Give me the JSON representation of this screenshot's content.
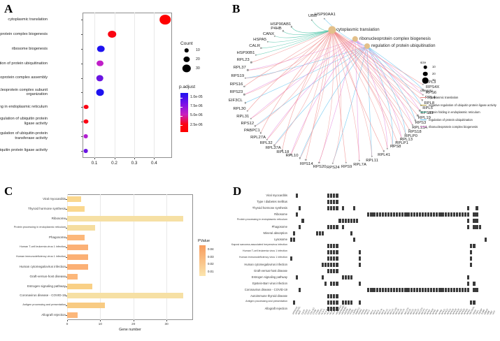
{
  "panels": {
    "A": {
      "label": "A"
    },
    "B": {
      "label": "B"
    },
    "C": {
      "label": "C"
    },
    "D": {
      "label": "D"
    }
  },
  "chart_data": [
    {
      "panel": "A",
      "type": "scatter",
      "title": "",
      "xlabel": "",
      "ylabel": "",
      "xlim": [
        0.04,
        0.49
      ],
      "xticks": [
        0.1,
        0.2,
        0.3,
        0.4
      ],
      "xticklabels": [
        "0.1",
        "0.2",
        "0.3",
        "0.4"
      ],
      "categories": [
        "cytoplasmic translation",
        "ribonucleoprotein complex biogenesis",
        "ribosome biogenesis",
        "regulation of protein ubiquitination",
        "ribonucleoprotein complex assembly",
        "ribonucleoprotein complex subunit organization",
        "protein folding in endoplasmic reticulum",
        "negative regulation of ubiquitin protein ligase activity",
        "negative regulation of ubiquitin-protein transferase activity",
        "regulation of ubiquitin protein ligase activity"
      ],
      "points": [
        {
          "y": "cytoplasmic translation",
          "x": 0.455,
          "count": 33,
          "color": "#fe0000"
        },
        {
          "y": "ribonucleoprotein complex biogenesis",
          "x": 0.188,
          "count": 20,
          "color": "#fa0412"
        },
        {
          "y": "ribosome biogenesis",
          "x": 0.132,
          "count": 17,
          "color": "#1e12f0"
        },
        {
          "y": "regulation of protein ubiquitination",
          "x": 0.128,
          "count": 15,
          "color": "#c01fc8"
        },
        {
          "y": "ribonucleoprotein complex assembly",
          "x": 0.127,
          "count": 17,
          "color": "#6a14e2"
        },
        {
          "y": "ribonucleoprotein complex subunit organization",
          "x": 0.128,
          "count": 18,
          "color": "#1d12f0"
        },
        {
          "y": "protein folding in endoplasmic reticulum",
          "x": 0.058,
          "count": 5,
          "color": "#fb0313"
        },
        {
          "y": "negative regulation of ubiquitin protein ligase activity",
          "x": 0.057,
          "count": 6,
          "color": "#fb0313"
        },
        {
          "y": "negative regulation of ubiquitin-protein transferase activity",
          "x": 0.056,
          "count": 5,
          "color": "#b11fd0"
        },
        {
          "y": "regulation of ubiquitin protein ligase activity",
          "x": 0.056,
          "count": 5,
          "color": "#6a14e2"
        }
      ],
      "legends": {
        "size": {
          "title": "Count",
          "values": [
            "10",
            "20",
            "30"
          ]
        },
        "color": {
          "title": "p.adjust",
          "labels": [
            "1.0e-05",
            "7.5e-06",
            "5.0e-06",
            "2.5e-06"
          ],
          "ramp_top": "#1e12f0",
          "ramp_bottom": "#fe0000"
        }
      }
    },
    {
      "panel": "B",
      "type": "network",
      "title": "",
      "hubs": [
        {
          "label": "cytoplasmic translation",
          "size": 33,
          "color": "#e3c08a"
        },
        {
          "label": "ribonucleoprotein complex biogenesis",
          "size": 20,
          "color": "#e3c08a"
        },
        {
          "label": "regulation of protein ubiquitination",
          "size": 15,
          "color": "#e3c08a"
        }
      ],
      "genes_left": [
        "HSP90AB1",
        "P4HB",
        "CANX",
        "HSPA5",
        "CALR",
        "HSP90B1",
        "RPL23",
        "RPL37",
        "RPS19",
        "RPS16",
        "RPS23",
        "EIF3CL",
        "RPL30",
        "RPL31",
        "RPS12",
        "PABPC1",
        "RPL27A",
        "RPL32",
        "RPL37A",
        "RPL18",
        "RPL10"
      ],
      "genes_top": [
        "HSP90AA1",
        "UBB"
      ],
      "genes_bottom": [
        "RPS14",
        "RPS20",
        "RPS24",
        "RPS9",
        "RPL7A",
        "RPL11",
        "RPL41"
      ],
      "genes_right": [
        "RPL3",
        "RPS4X",
        "RPS6",
        "RPL4",
        "RPL8",
        "RPL5",
        "RPS11",
        "RPL19",
        "RPS3",
        "RPL13A",
        "RPS18",
        "RPLP0",
        "RPL13",
        "RPLP1",
        "RPS8"
      ],
      "legends": {
        "size": {
          "title": "size",
          "values": [
            "10",
            "20",
            "30"
          ]
        },
        "category": {
          "title": "category",
          "items": [
            {
              "label": "cytoplasmic translation",
              "color": "#f08c8c"
            },
            {
              "label": "negative regulation of ubiquitin protein ligase activity",
              "color": "#b5a13a"
            },
            {
              "label": "protein folding in endoplasmic reticulum",
              "color": "#4ec4a8"
            },
            {
              "label": "regulation of protein ubiquitination",
              "color": "#5bc0f0"
            },
            {
              "label": "ribonucleoprotein complex biogenesis",
              "color": "#e68ce0"
            }
          ]
        }
      }
    },
    {
      "panel": "C",
      "type": "bar",
      "title": "",
      "xlabel": "Gene number",
      "ylabel": "",
      "xlim": [
        0,
        38
      ],
      "xticks": [
        0,
        10,
        20,
        30
      ],
      "xticklabels": [
        "0",
        "10",
        "20",
        "30"
      ],
      "categories": [
        "Viral myocarditis",
        "Thyroid hormone synthesis",
        "Ribosome",
        "Protein processing in endoplasmic reticulum",
        "Phagosome",
        "Human T-cell leukemia virus 1 infection",
        "Human immunodeficiency virus 1 infection",
        "Human cytomegalovirus infection",
        "Graft-versus-host disease",
        "Estrogen signaling pathway",
        "Coronavirus disease - COVID-19",
        "Antigen processing and presentation",
        "Allograft rejection"
      ],
      "values": [
        4.3,
        5.3,
        35.0,
        8.5,
        5.3,
        6.3,
        6.3,
        6.3,
        3.2,
        7.6,
        35.0,
        11.3,
        3.2
      ],
      "bar_colors": [
        "#fad78e",
        "#fad78e",
        "#f6e0a4",
        "#f5dda0",
        "#fcb77a",
        "#fbb075",
        "#fbb075",
        "#fbb075",
        "#fcb77a",
        "#f9d086",
        "#f6e0a4",
        "#f8cb83",
        "#fcb77a"
      ],
      "legend": {
        "title": "PValue",
        "labels": [
          "0.04",
          "0.03",
          "0.02",
          "0.01"
        ],
        "ramp_top": "#f89c5e",
        "ramp_bottom": "#fbe5ae"
      }
    },
    {
      "panel": "D",
      "type": "heatmap",
      "title": "",
      "xlabel": "",
      "ylabel": "",
      "rows": [
        "Viral myocarditis",
        "Type I diabetes mellitus",
        "Thyroid hormone synthesis",
        "Ribosome",
        "Protein processing in endoplasmic reticulum",
        "Phagosome",
        "Mineral absorption",
        "Lysosome",
        "Kaposi sarcoma-associated herpesvirus infection",
        "Human T-cell leukemia virus 1 infection",
        "Human immunodeficiency virus 1 infection",
        "Human cytomegalovirus infection",
        "Graft-versus-host disease",
        "Estrogen signaling pathway",
        "Epstein-Barr virus infection",
        "Coronavirus disease - COVID-19",
        "Autoimmune thyroid disease",
        "Antigen processing and presentation",
        "Allograft rejection"
      ],
      "columns": [
        "ATP6V1A",
        "ATP6V0C",
        "B2M",
        "CALR",
        "CANX",
        "CD74",
        "COL1A1",
        "CTSB",
        "CTSD",
        "EIF3CL",
        "HLA-A",
        "HLA-B",
        "HLA-C",
        "HLA-DRA",
        "HLA-E",
        "HSP90AA1",
        "HSP90AB1",
        "HSP90B1",
        "HSPA5",
        "HSPA8",
        "ITGB1",
        "LAMP1",
        "PABPC1",
        "PDIA3",
        "PDIA4",
        "PDIA6",
        "RPL3",
        "RPL4",
        "RPL5",
        "RPL6",
        "RPL7A",
        "RPL8",
        "RPL10",
        "RPL11",
        "RPL13",
        "RPL13A",
        "RPL18",
        "RPL19",
        "RPL23",
        "RPL27A",
        "RPL30",
        "RPL31",
        "RPL32",
        "RPL37",
        "RPL37A",
        "RPLP0",
        "RPLP1",
        "RPS3",
        "RPS4X",
        "RPS6",
        "RPS8",
        "RPS9",
        "RPS11",
        "RPS12",
        "RPS14",
        "RPS16",
        "RPS18",
        "RPS19",
        "RPS20",
        "RPS23",
        "RPS24",
        "RPSA",
        "SEC61A1",
        "SSR4",
        "TAP1",
        "TAPBP",
        "TUBB",
        "UBA52",
        "UBB",
        "UBC",
        "VCP"
      ],
      "cells": [
        {
          "row": 0,
          "cols": [
            2,
            13,
            14,
            15,
            16
          ]
        },
        {
          "row": 1,
          "cols": [
            13,
            14,
            15,
            16
          ]
        },
        {
          "row": 2,
          "cols": [
            3,
            13,
            14,
            15,
            16,
            18,
            22,
            62,
            65
          ]
        },
        {
          "row": 3,
          "cols": [
            2,
            27,
            28,
            29,
            30,
            31,
            32,
            33,
            34,
            35,
            36,
            37,
            38,
            39,
            40,
            41,
            42,
            43,
            44,
            45,
            46,
            47,
            48,
            49,
            50,
            51,
            52,
            53,
            54,
            55,
            56,
            57,
            58,
            59,
            60,
            61,
            62,
            64,
            65
          ]
        },
        {
          "row": 4,
          "cols": [
            4,
            17,
            18,
            19,
            20,
            21,
            22,
            23,
            62,
            64,
            65
          ]
        },
        {
          "row": 5,
          "cols": [
            3,
            13,
            14,
            15,
            16,
            18,
            62,
            64,
            65,
            66
          ]
        },
        {
          "row": 6,
          "cols": [
            1,
            9,
            10,
            11,
            21
          ]
        },
        {
          "row": 7,
          "cols": [
            0,
            1,
            22,
            68
          ]
        },
        {
          "row": 8,
          "cols": [
            13,
            14,
            15,
            16,
            63,
            64
          ]
        },
        {
          "row": 9,
          "cols": [
            13,
            14,
            15,
            16,
            24,
            63
          ]
        },
        {
          "row": 10,
          "cols": [
            0,
            13,
            14,
            15,
            16,
            24,
            63
          ]
        },
        {
          "row": 11,
          "cols": [
            11,
            12,
            13,
            14,
            15,
            16,
            24,
            63
          ]
        },
        {
          "row": 12,
          "cols": [
            13,
            14,
            15,
            16
          ]
        },
        {
          "row": 13,
          "cols": [
            2,
            11,
            18,
            19,
            20,
            21,
            62
          ]
        },
        {
          "row": 14,
          "cols": [
            12,
            14,
            15,
            16,
            24,
            62,
            64
          ]
        },
        {
          "row": 15,
          "cols": [
            3,
            27,
            28,
            29,
            30,
            31,
            32,
            33,
            34,
            35,
            36,
            37,
            38,
            39,
            40,
            41,
            42,
            43,
            44,
            45,
            46,
            47,
            48,
            49,
            50,
            51,
            52,
            53,
            54,
            55,
            56,
            57,
            58,
            59,
            60,
            61,
            62,
            64,
            65
          ]
        },
        {
          "row": 16,
          "cols": [
            13,
            14,
            15,
            16
          ]
        },
        {
          "row": 17,
          "cols": [
            1,
            13,
            14,
            15,
            16,
            18,
            19,
            20,
            21,
            24,
            63,
            64
          ]
        },
        {
          "row": 18,
          "cols": [
            13,
            14,
            15,
            16
          ]
        }
      ]
    }
  ]
}
